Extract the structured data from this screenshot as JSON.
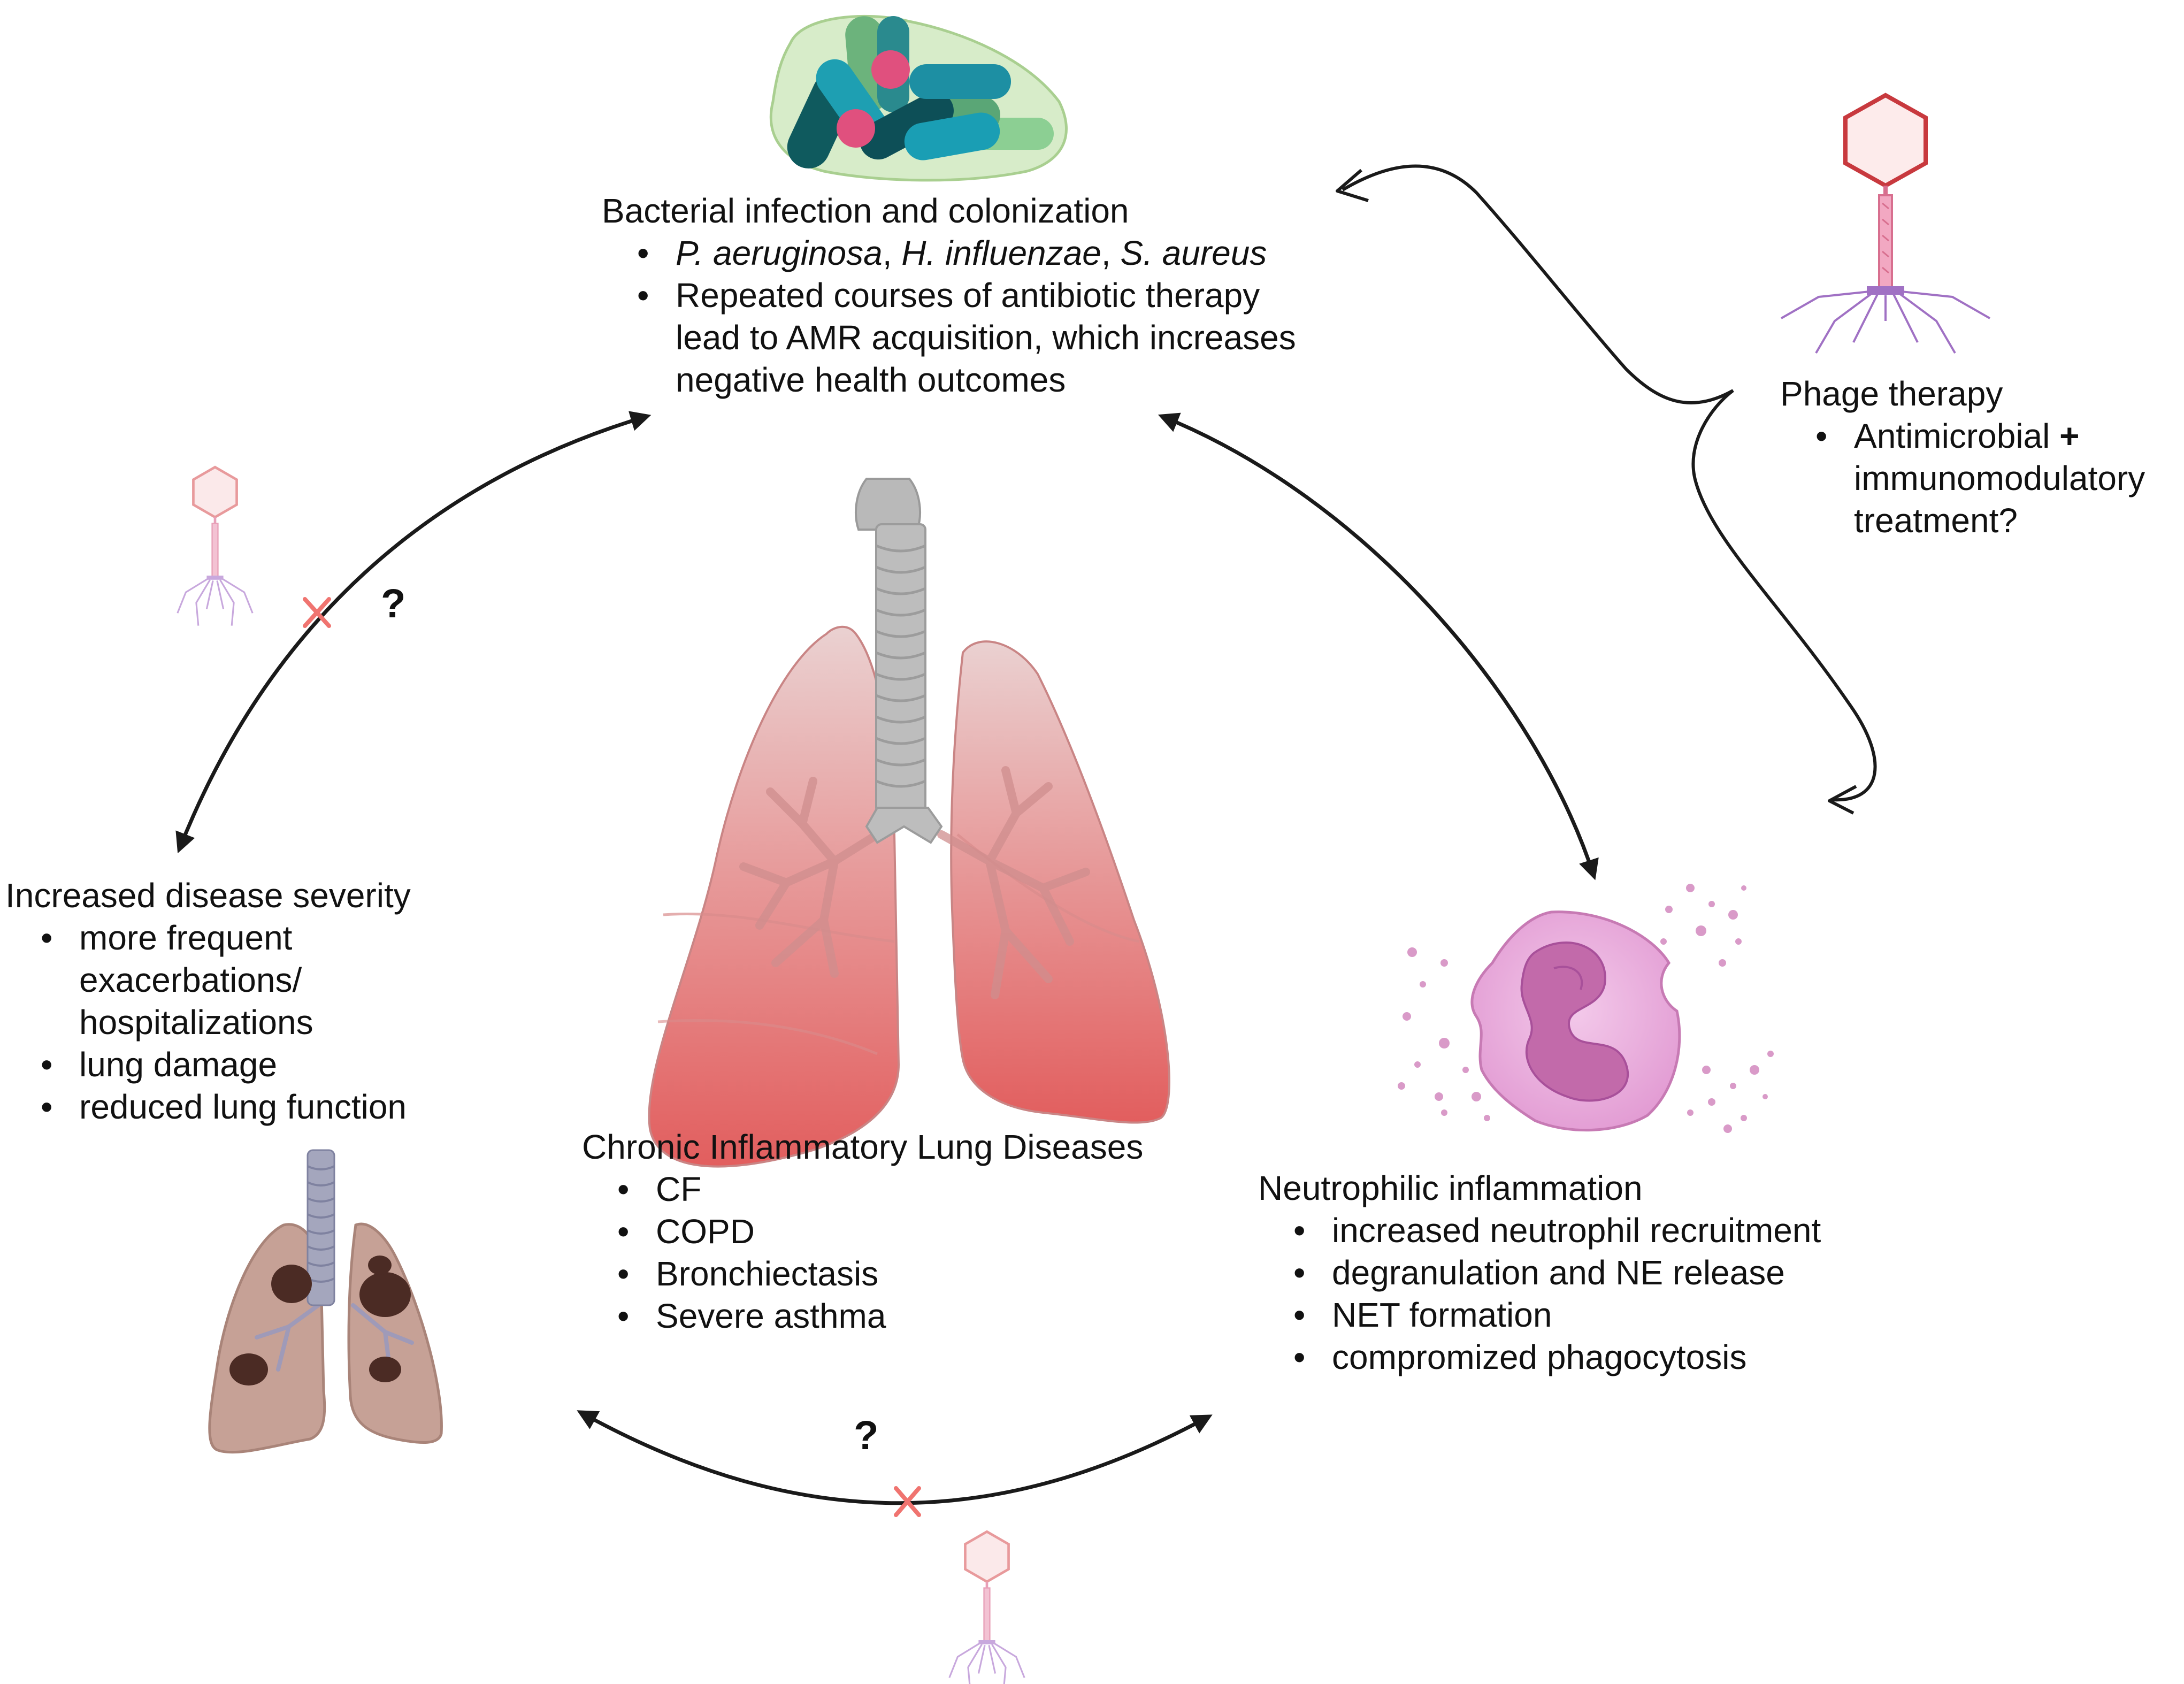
{
  "bacterial": {
    "heading": "Bacterial infection and colonization",
    "species": [
      {
        "text": "P. aeruginosa",
        "italic": true
      },
      {
        "text": ", ",
        "italic": false
      },
      {
        "text": "H. influenzae",
        "italic": true
      },
      {
        "text": ", ",
        "italic": false
      },
      {
        "text": "S. aureus",
        "italic": true
      }
    ],
    "amr_lines": [
      "Repeated courses of antibiotic therapy",
      "lead to AMR acquisition, which increases",
      "negative health outcomes"
    ]
  },
  "phage": {
    "heading": "Phage therapy",
    "line1": "Antimicrobial",
    "plus": "+",
    "line2": "immunomodulatory",
    "line3": "treatment?"
  },
  "severity": {
    "heading": "Increased disease severity",
    "items": [
      [
        "more frequent",
        "exacerbations/",
        "hospitalizations"
      ],
      [
        "lung damage"
      ],
      [
        "reduced lung function"
      ]
    ]
  },
  "diseases": {
    "heading": "Chronic Inflammatory Lung Diseases",
    "items": [
      "CF",
      "COPD",
      "Bronchiectasis",
      "Severe asthma"
    ]
  },
  "neutrophilic": {
    "heading": "Neutrophilic inflammation",
    "items": [
      "increased neutrophil recruitment",
      "degranulation and NE release",
      "NET formation",
      "compromized phagocytosis"
    ]
  },
  "question_marks": {
    "left": "?",
    "bottom": "?"
  },
  "colors": {
    "arrow": "#1a1a1a",
    "cross": "#f07470",
    "phage_head": "#c8393e",
    "phage_tail": "#e8789c",
    "phage_legs": "#9966bb",
    "lung_top": "#e9bcbc",
    "lung_bottom": "#e56a6a",
    "trachea": "#b5b5b5",
    "neutrophil": "#e6a6d9",
    "nucleus": "#c06aa8",
    "damaged_lung": "#c49d90"
  }
}
